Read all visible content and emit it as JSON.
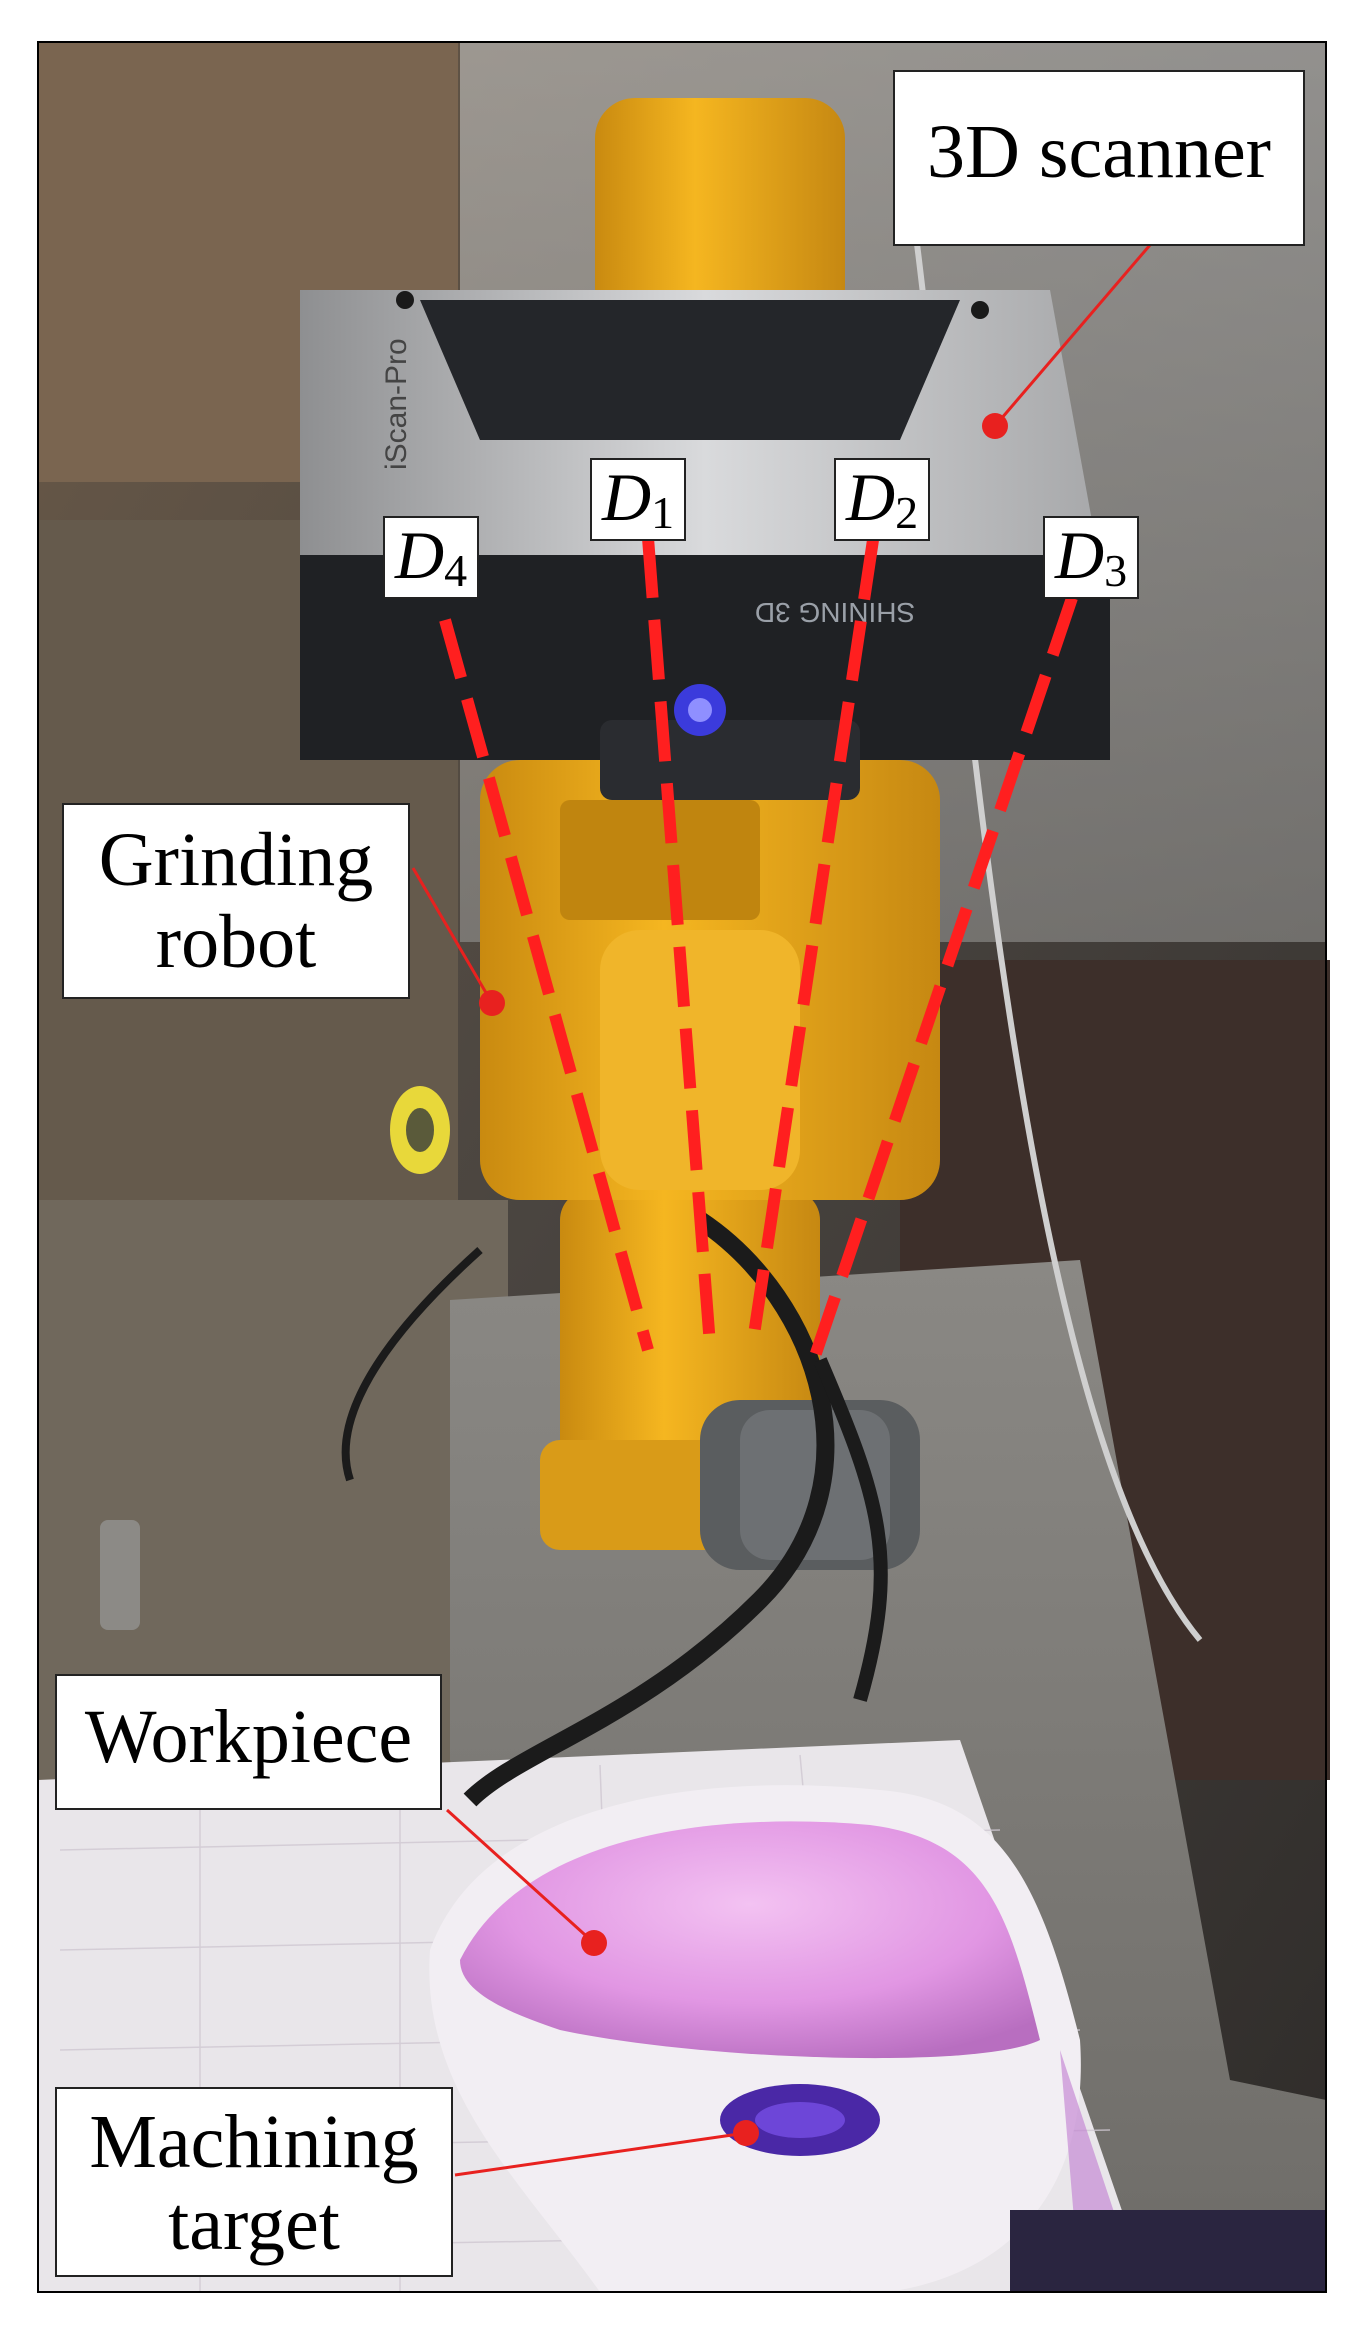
{
  "labels": {
    "scanner": "3D scanner",
    "robot_line1": "Grinding",
    "robot_line2": "robot",
    "workpiece": "Workpiece",
    "target_line1": "Machining",
    "target_line2": "target"
  },
  "scanner_text": {
    "side": "iScan-Pro",
    "front": "SHINING 3D"
  },
  "distances": [
    {
      "letter": "D",
      "sub": "1"
    },
    {
      "letter": "D",
      "sub": "2"
    },
    {
      "letter": "D",
      "sub": "3"
    },
    {
      "letter": "D",
      "sub": "4"
    }
  ],
  "colors": {
    "leader_line": "#e8211f",
    "dash_line": "#ff1f1f",
    "robot_yellow": "#f2b01e",
    "workpiece_glow": "#e79ee8"
  }
}
